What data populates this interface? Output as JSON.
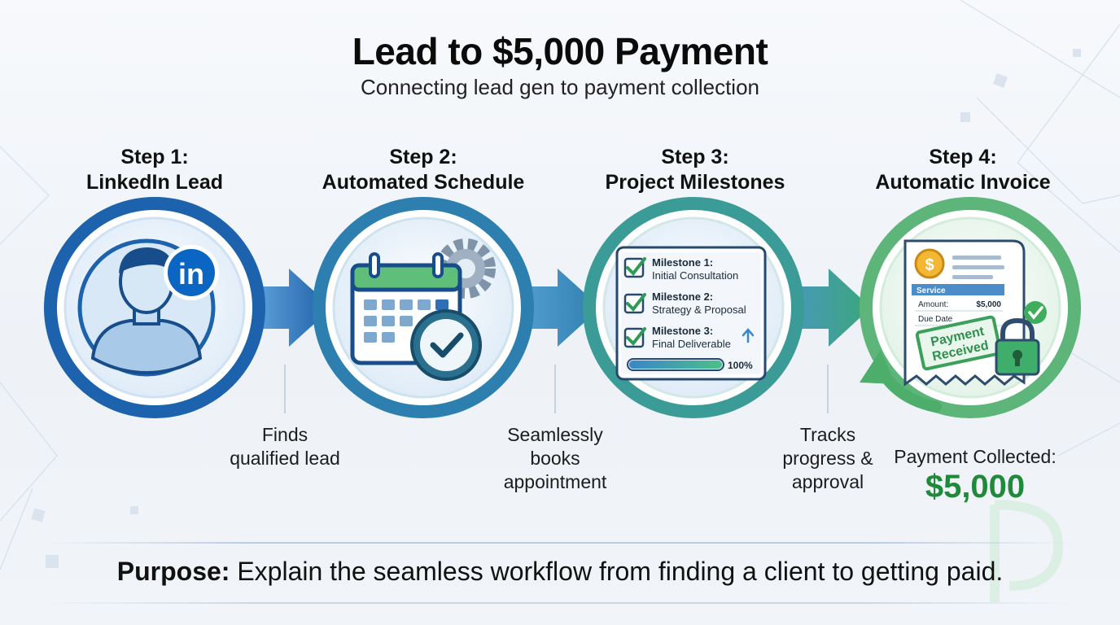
{
  "title": "Lead to $5,000 Payment",
  "subtitle": "Connecting lead gen to payment collection",
  "steps": [
    {
      "number_label": "Step 1:",
      "name": "LinkedIn Lead",
      "caption_line1": "Finds",
      "caption_line2": "qualified lead",
      "icon": "linkedin-user-icon",
      "badge_text": "in"
    },
    {
      "number_label": "Step 2:",
      "name": "Automated Schedule",
      "caption_line1": "Seamlessly",
      "caption_line2": "books",
      "caption_line3": "appointment",
      "icon": "calendar-clock-gear-icon"
    },
    {
      "number_label": "Step 3:",
      "name": "Project Milestones",
      "caption_line1": "Tracks",
      "caption_line2": "progress &",
      "caption_line3": "approval",
      "icon": "milestone-checklist-icon"
    },
    {
      "number_label": "Step 4:",
      "name": "Automatic Invoice",
      "icon": "invoice-lock-icon"
    }
  ],
  "milestones": {
    "items": [
      {
        "title": "Milestone 1:",
        "detail": "Initial Consultation"
      },
      {
        "title": "Milestone 2:",
        "detail": "Strategy & Proposal"
      },
      {
        "title": "Milestone 3:",
        "detail": "Final Deliverable"
      }
    ],
    "progress_label": "100%",
    "progress": 1.0
  },
  "invoice": {
    "coin_symbol": "$",
    "header": "Service",
    "amount_label": "Amount:",
    "amount_value": "$5,000",
    "due_label": "Due Date",
    "stamp_line1": "Payment",
    "stamp_line2": "Received"
  },
  "payment": {
    "label": "Payment Collected:",
    "amount": "$5,000"
  },
  "purpose": {
    "label": "Purpose:",
    "text": " Explain the seamless workflow from finding a client to getting paid."
  },
  "colors": {
    "blue_dark": "#1d5fa8",
    "blue_mid": "#3a86c8",
    "teal": "#2f8fa0",
    "green": "#4cae6a",
    "green_text": "#1f8a3a"
  }
}
